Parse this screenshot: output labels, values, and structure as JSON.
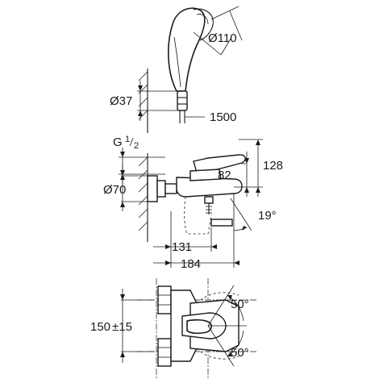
{
  "dimensions": {
    "shower_head_diameter": "Ø110",
    "holder_diameter": "Ø37",
    "hose_length": "1500",
    "thread_main": "G",
    "thread_num": "1",
    "thread_den": "2",
    "height_total": "128",
    "height_spout": "82",
    "rosette_diameter": "Ø70",
    "spout_angle": "19°",
    "projection_spout": "131",
    "projection_total": "184",
    "centers": "150",
    "centers_tol": "±15",
    "swing_top": "50°",
    "swing_bottom": "50°"
  }
}
